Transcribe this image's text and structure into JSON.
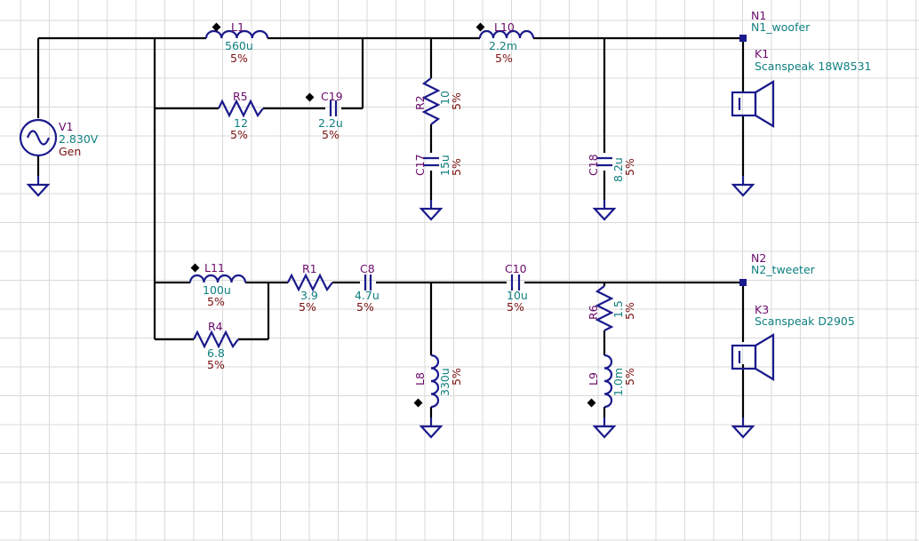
{
  "components": {
    "V1": {
      "name": "V1",
      "value": "2.830V",
      "extra": "Gen"
    },
    "L1": {
      "name": "L1",
      "value": "560u",
      "tol": "5%"
    },
    "L10": {
      "name": "L10",
      "value": "2.2m",
      "tol": "5%"
    },
    "R5": {
      "name": "R5",
      "value": "12",
      "tol": "5%"
    },
    "C19": {
      "name": "C19",
      "value": "2.2u",
      "tol": "5%"
    },
    "R2": {
      "name": "R2",
      "value": "10",
      "tol": "5%"
    },
    "C17": {
      "name": "C17",
      "value": "15u",
      "tol": "5%"
    },
    "C18": {
      "name": "C18",
      "value": "8.2u",
      "tol": "5%"
    },
    "L11": {
      "name": "L11",
      "value": "100u",
      "tol": "5%"
    },
    "R1": {
      "name": "R1",
      "value": "3.9",
      "tol": "5%"
    },
    "C8": {
      "name": "C8",
      "value": "4.7u",
      "tol": "5%"
    },
    "C10": {
      "name": "C10",
      "value": "10u",
      "tol": "5%"
    },
    "R4": {
      "name": "R4",
      "value": "6.8",
      "tol": "5%"
    },
    "L8": {
      "name": "L8",
      "value": "330u",
      "tol": "5%"
    },
    "R6": {
      "name": "R6",
      "value": "1.5",
      "tol": "5%"
    },
    "L9": {
      "name": "L9",
      "value": "1.0m",
      "tol": "5%"
    }
  },
  "nodes": {
    "N1": {
      "id": "N1",
      "label": "N1_woofer"
    },
    "N2": {
      "id": "N2",
      "label": "N2_tweeter"
    }
  },
  "speakers": {
    "K1": {
      "name": "K1",
      "model": "Scanspeak 18W8531"
    },
    "K3": {
      "name": "K3",
      "model": "Scanspeak D2905"
    }
  },
  "colors": {
    "wire": "#000000",
    "component": "#1a1a8c",
    "name": "#6a0a6a",
    "value": "#0f7f7f",
    "tolerance": "#7a1010",
    "grid": "#d9d9d9"
  }
}
